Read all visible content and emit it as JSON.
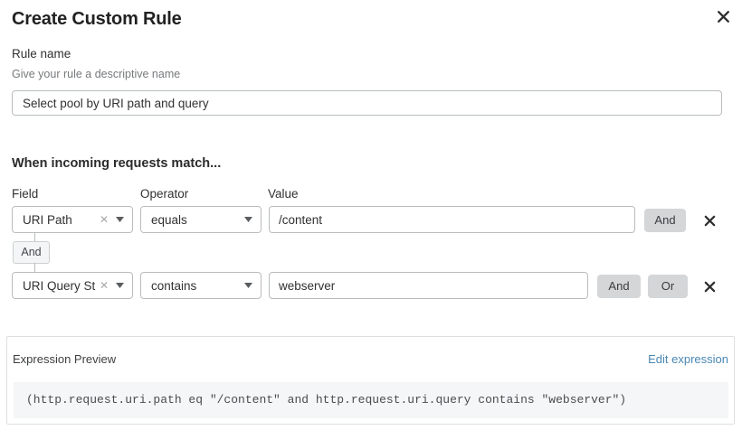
{
  "modal": {
    "title": "Create Custom Rule",
    "close_icon": "close-icon"
  },
  "rule_name": {
    "label": "Rule name",
    "help": "Give your rule a descriptive name",
    "value": "Select pool by URI path and query",
    "placeholder": "Select pool by URI path and query"
  },
  "conditions": {
    "heading": "When incoming requests match...",
    "columns": {
      "field": "Field",
      "operator": "Operator",
      "value": "Value"
    },
    "connector": {
      "label": "And"
    },
    "rows": [
      {
        "field": "URI Path",
        "operator": "equals",
        "value": "/content",
        "value_placeholder": "/content",
        "buttons": [
          "And"
        ],
        "delete_icon": "close-icon"
      },
      {
        "field": "URI Query St...",
        "operator": "contains",
        "value": "webserver",
        "value_placeholder": "webserver",
        "buttons": [
          "And",
          "Or"
        ],
        "delete_icon": "close-icon"
      }
    ]
  },
  "preview": {
    "label": "Expression Preview",
    "edit_link": "Edit expression",
    "expression": "(http.request.uri.path eq \"/content\" and http.request.uri.query contains \"webserver\")"
  },
  "colors": {
    "link": "#4a87b3",
    "logic_button_bg": "#d4d6d8",
    "border": "#b9bcbe",
    "code_bg": "#f5f6f7"
  }
}
